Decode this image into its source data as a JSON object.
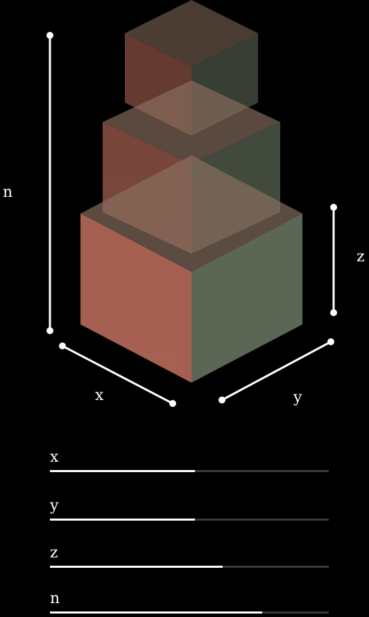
{
  "diagram": {
    "labels": {
      "n": "n",
      "x": "x",
      "y": "y",
      "z": "z"
    },
    "colors": {
      "left_face": "#b86b5a",
      "right_face": "#66725f",
      "top_face": "#8a7060",
      "background": "#000000",
      "measure_line": "#ffffff"
    },
    "cube_count": 3
  },
  "sliders": [
    {
      "label": "x",
      "value": 0.52
    },
    {
      "label": "y",
      "value": 0.52
    },
    {
      "label": "z",
      "value": 0.62
    },
    {
      "label": "n",
      "value": 0.76
    }
  ]
}
